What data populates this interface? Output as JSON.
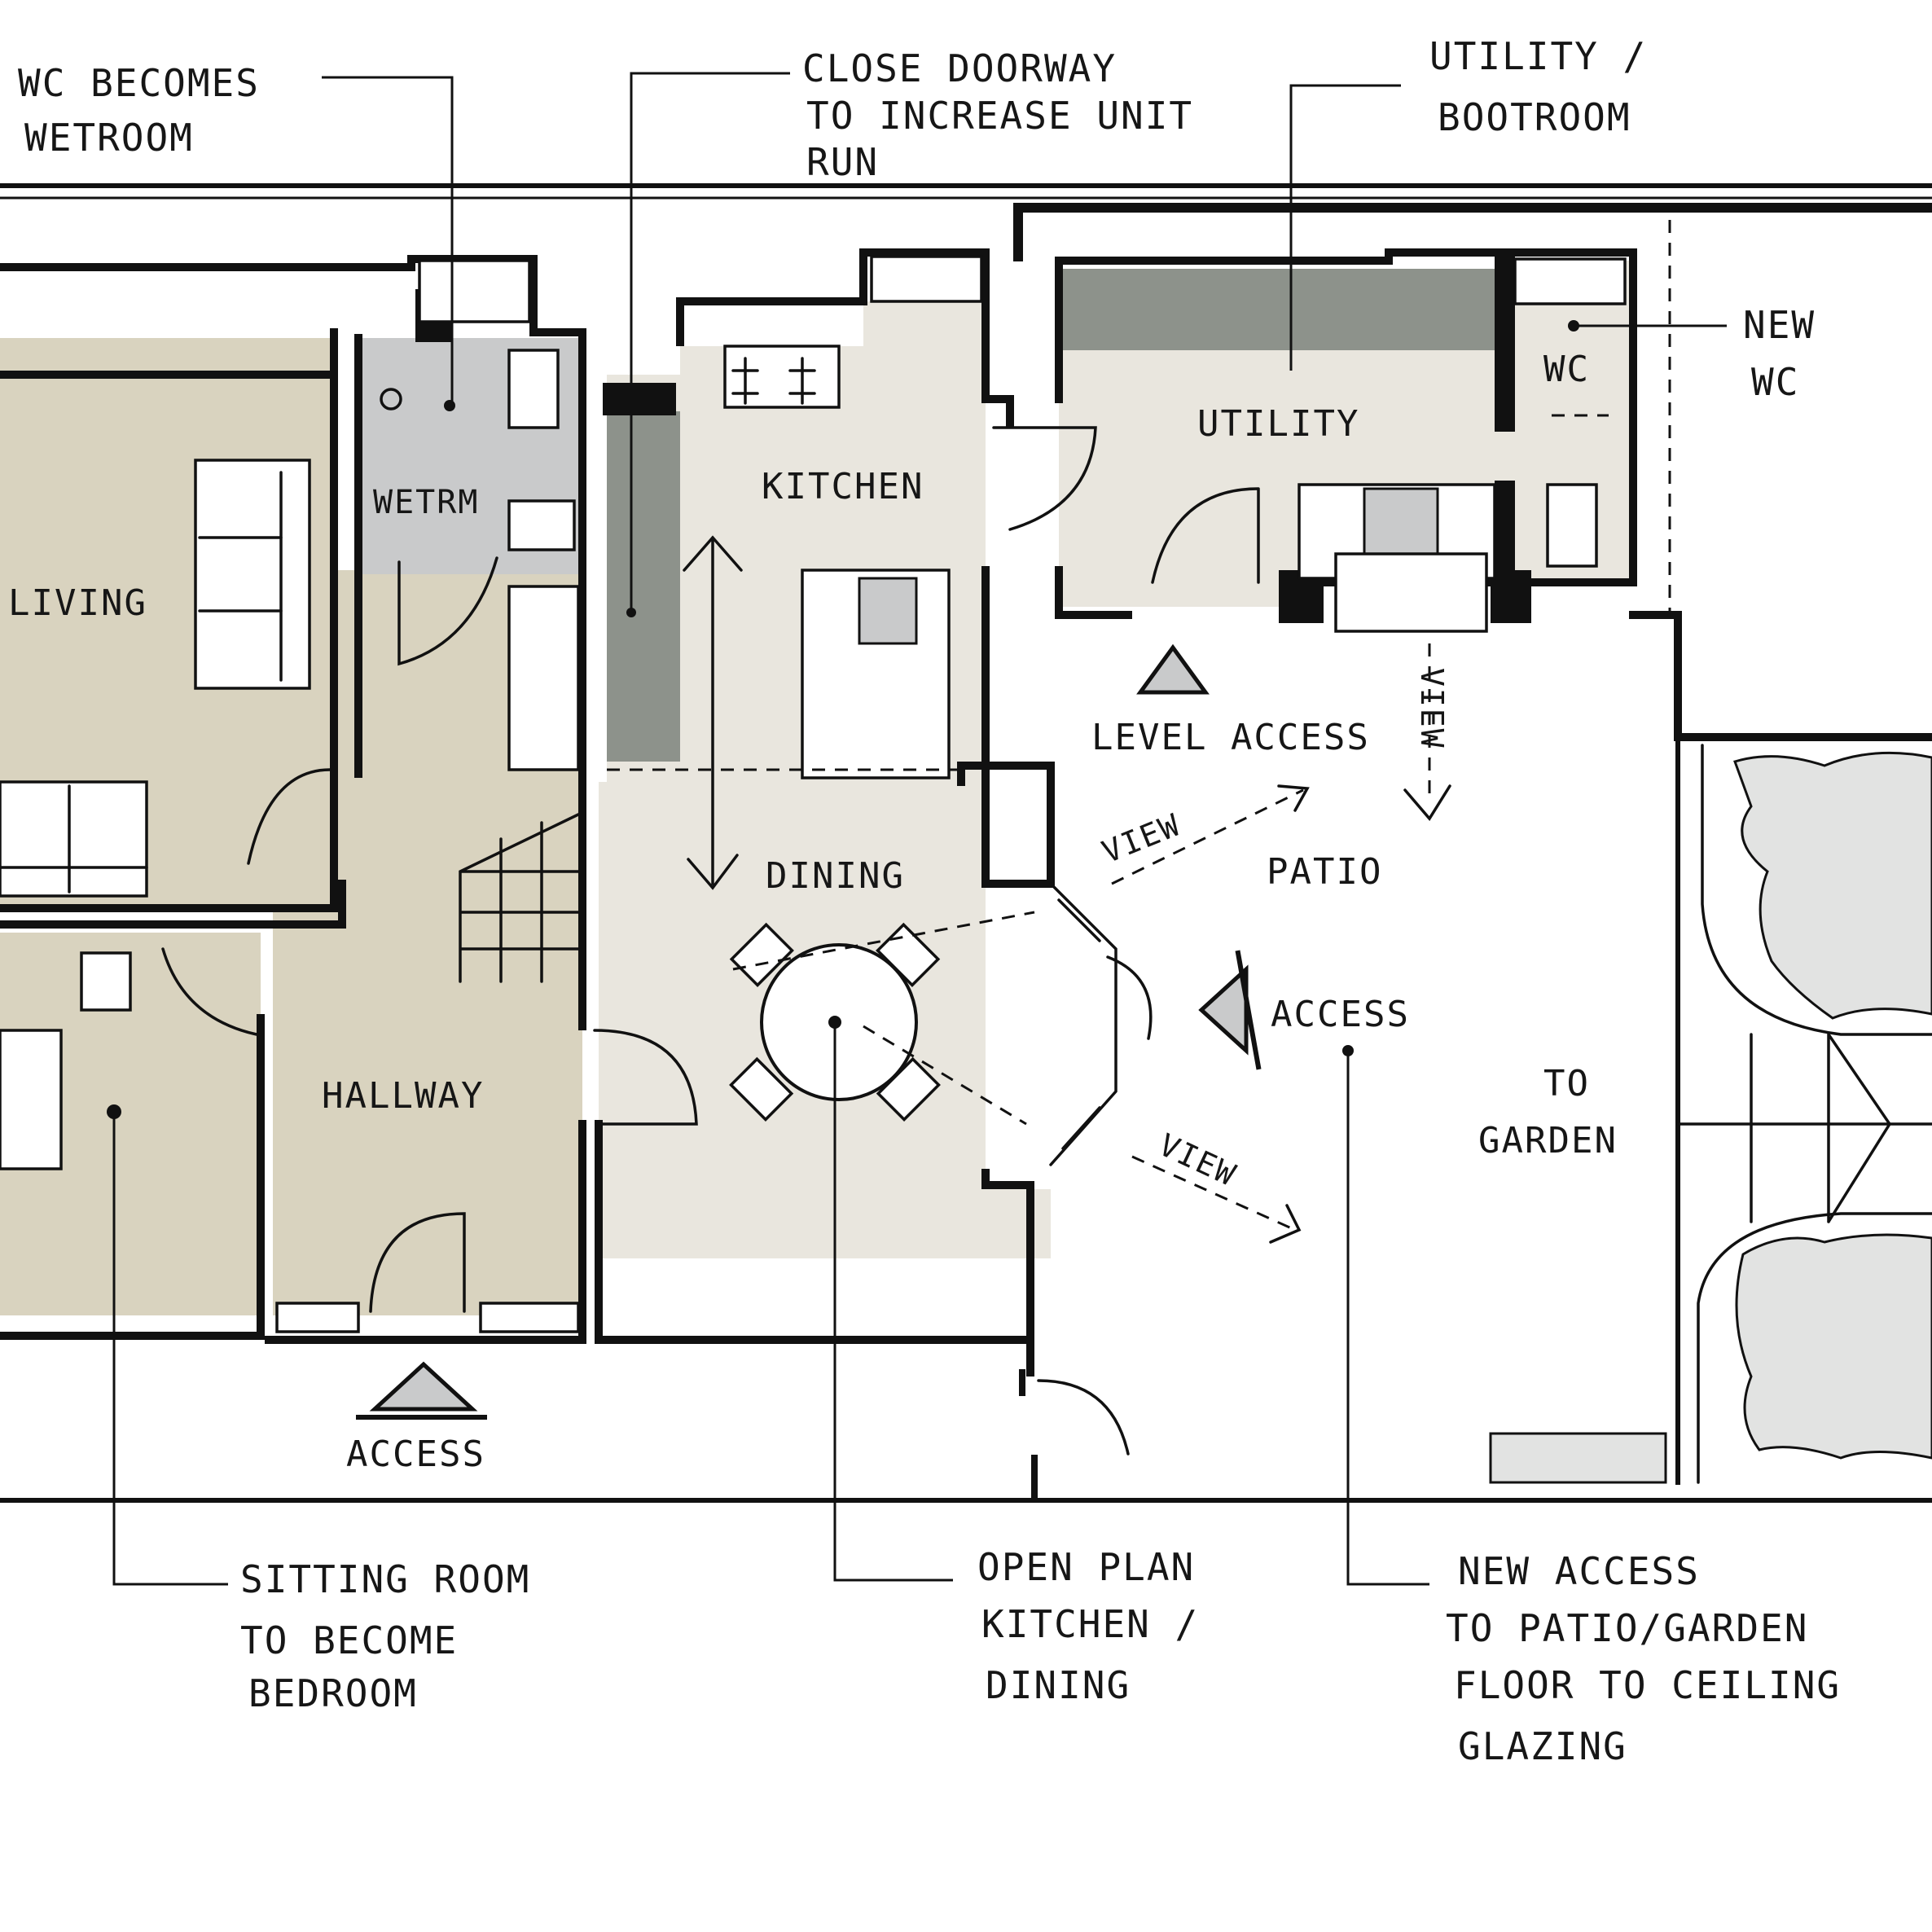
{
  "rooms": {
    "living": "LIVING",
    "wetroom": "WETRM",
    "kitchen": "KITCHEN",
    "utility": "UTILITY",
    "wc": "WC",
    "dining": "DINING",
    "hallway": "HALLWAY",
    "patio": "PATIO",
    "to_garden_1": "TO",
    "to_garden_2": "GARDEN"
  },
  "symbols": {
    "level_access": "LEVEL ACCESS",
    "access_side": "ACCESS",
    "access_front": "ACCESS",
    "view_1": "VIEW",
    "view_2": "VIEW",
    "view_3": "VIEW"
  },
  "annotations": {
    "wc_wetroom": [
      "WC BECOMES",
      "WETROOM"
    ],
    "close_doorway": [
      "CLOSE DOORWAY",
      "TO INCREASE UNIT",
      "RUN"
    ],
    "utility_bootroom": [
      "UTILITY /",
      "BOOTROOM"
    ],
    "new_wc": [
      "NEW",
      "WC"
    ],
    "sitting_room": [
      "SITTING ROOM",
      "TO BECOME",
      "BEDROOM"
    ],
    "open_plan": [
      "OPEN PLAN",
      "KITCHEN /",
      "DINING"
    ],
    "new_access": [
      "NEW ACCESS",
      "TO PATIO/GARDEN",
      "FLOOR TO CEILING",
      "GLAZING"
    ]
  },
  "colors": {
    "existing_beige": "#d9d3bf",
    "kitchen_stone": "#e9e6de",
    "wetroom_grey": "#c9cacb",
    "unit_grey": "#8d928b",
    "planting_grey": "#e2e3e2",
    "wall": "#111111"
  }
}
